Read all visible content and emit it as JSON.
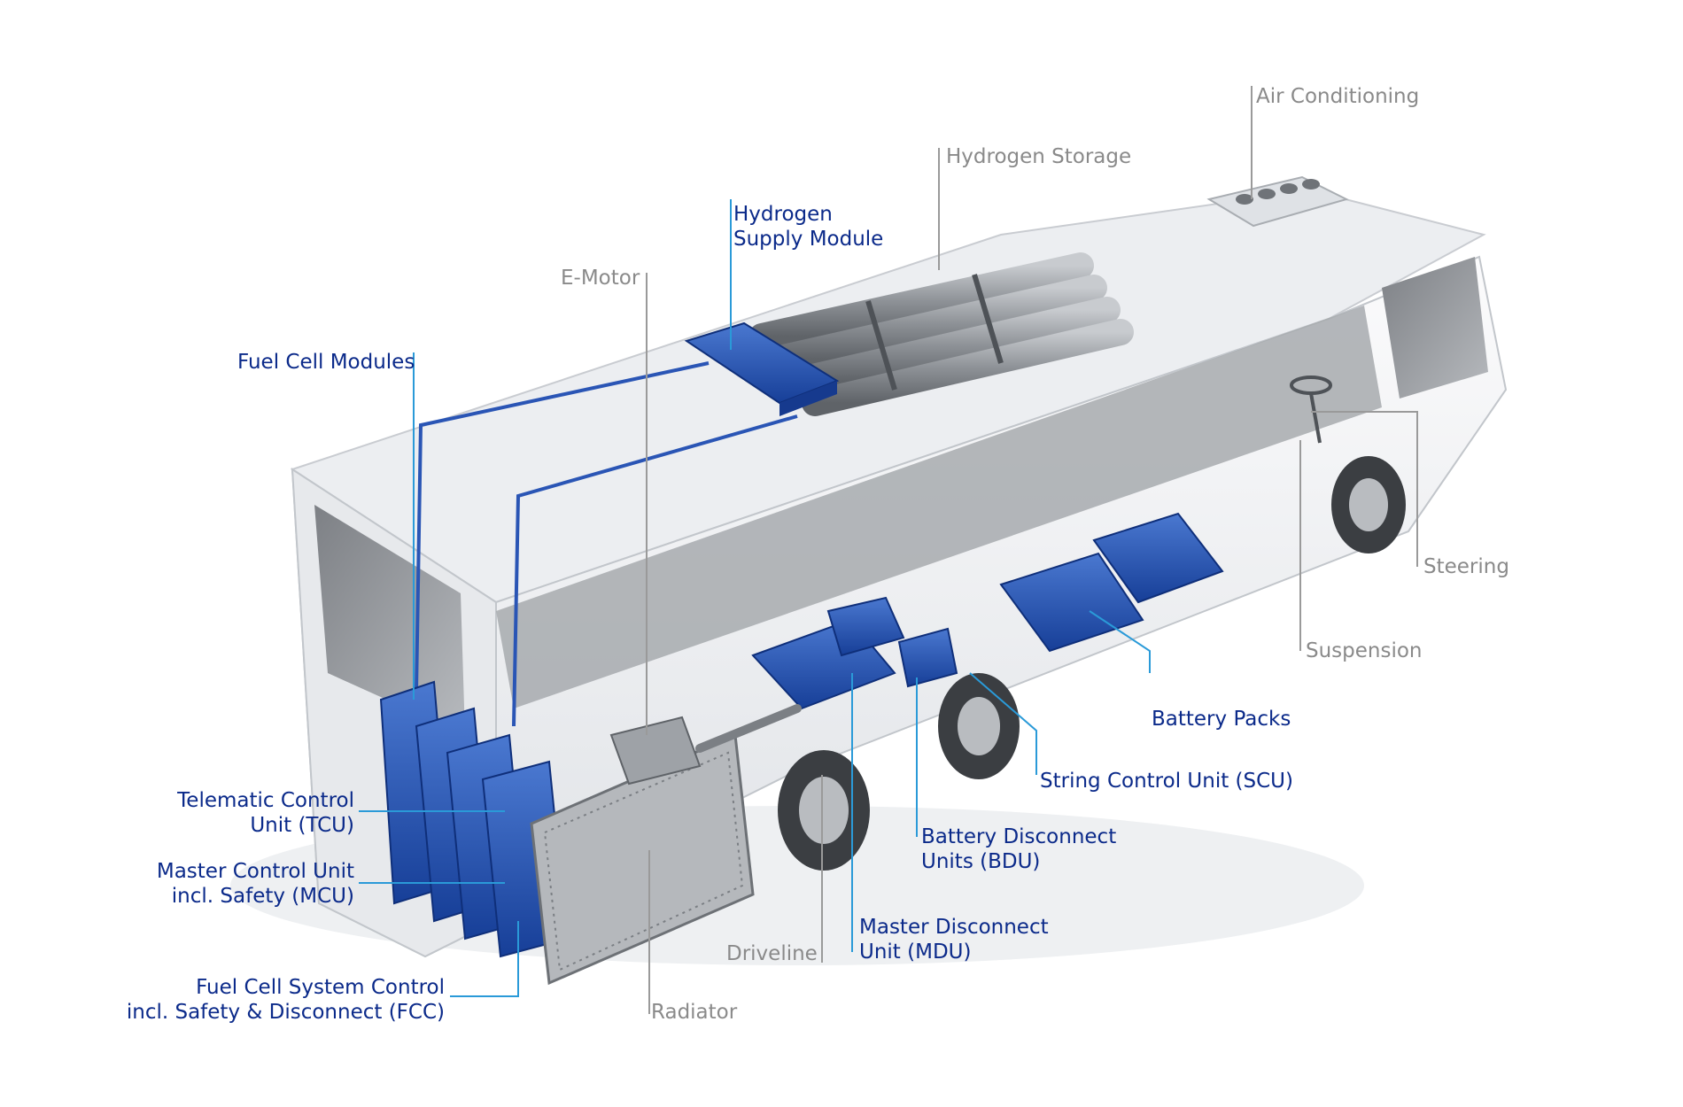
{
  "labels": {
    "air_conditioning": "Air Conditioning",
    "hydrogen_storage": "Hydrogen Storage",
    "hydrogen_supply_module": {
      "line1": "Hydrogen",
      "line2": "Supply Module"
    },
    "e_motor": "E-Motor",
    "fuel_cell_modules": "Fuel Cell Modules",
    "steering": "Steering",
    "suspension": "Suspension",
    "battery_packs": "Battery Packs",
    "string_control_unit": "String Control Unit (SCU)",
    "battery_disconnect_units": {
      "line1": "Battery Disconnect",
      "line2": "Units (BDU)"
    },
    "master_disconnect_unit": {
      "line1": "Master Disconnect",
      "line2": "Unit (MDU)"
    },
    "driveline": "Driveline",
    "radiator": "Radiator",
    "telematic_control_unit": {
      "line1": "Telematic Control",
      "line2": "Unit (TCU)"
    },
    "master_control_unit": {
      "line1": "Master Control Unit",
      "line2": "incl. Safety (MCU)"
    },
    "fuel_cell_system_control": {
      "line1": "Fuel Cell System Control",
      "line2": "incl. Safety & Disconnect (FCC)"
    }
  },
  "colors": {
    "highlight_component": "#1f4fb0",
    "highlight_text": "#0b2a8a",
    "leader_blue": "#2a9ad8",
    "leader_grey": "#9a9a9a",
    "bus_body": "#f2f3f5"
  }
}
